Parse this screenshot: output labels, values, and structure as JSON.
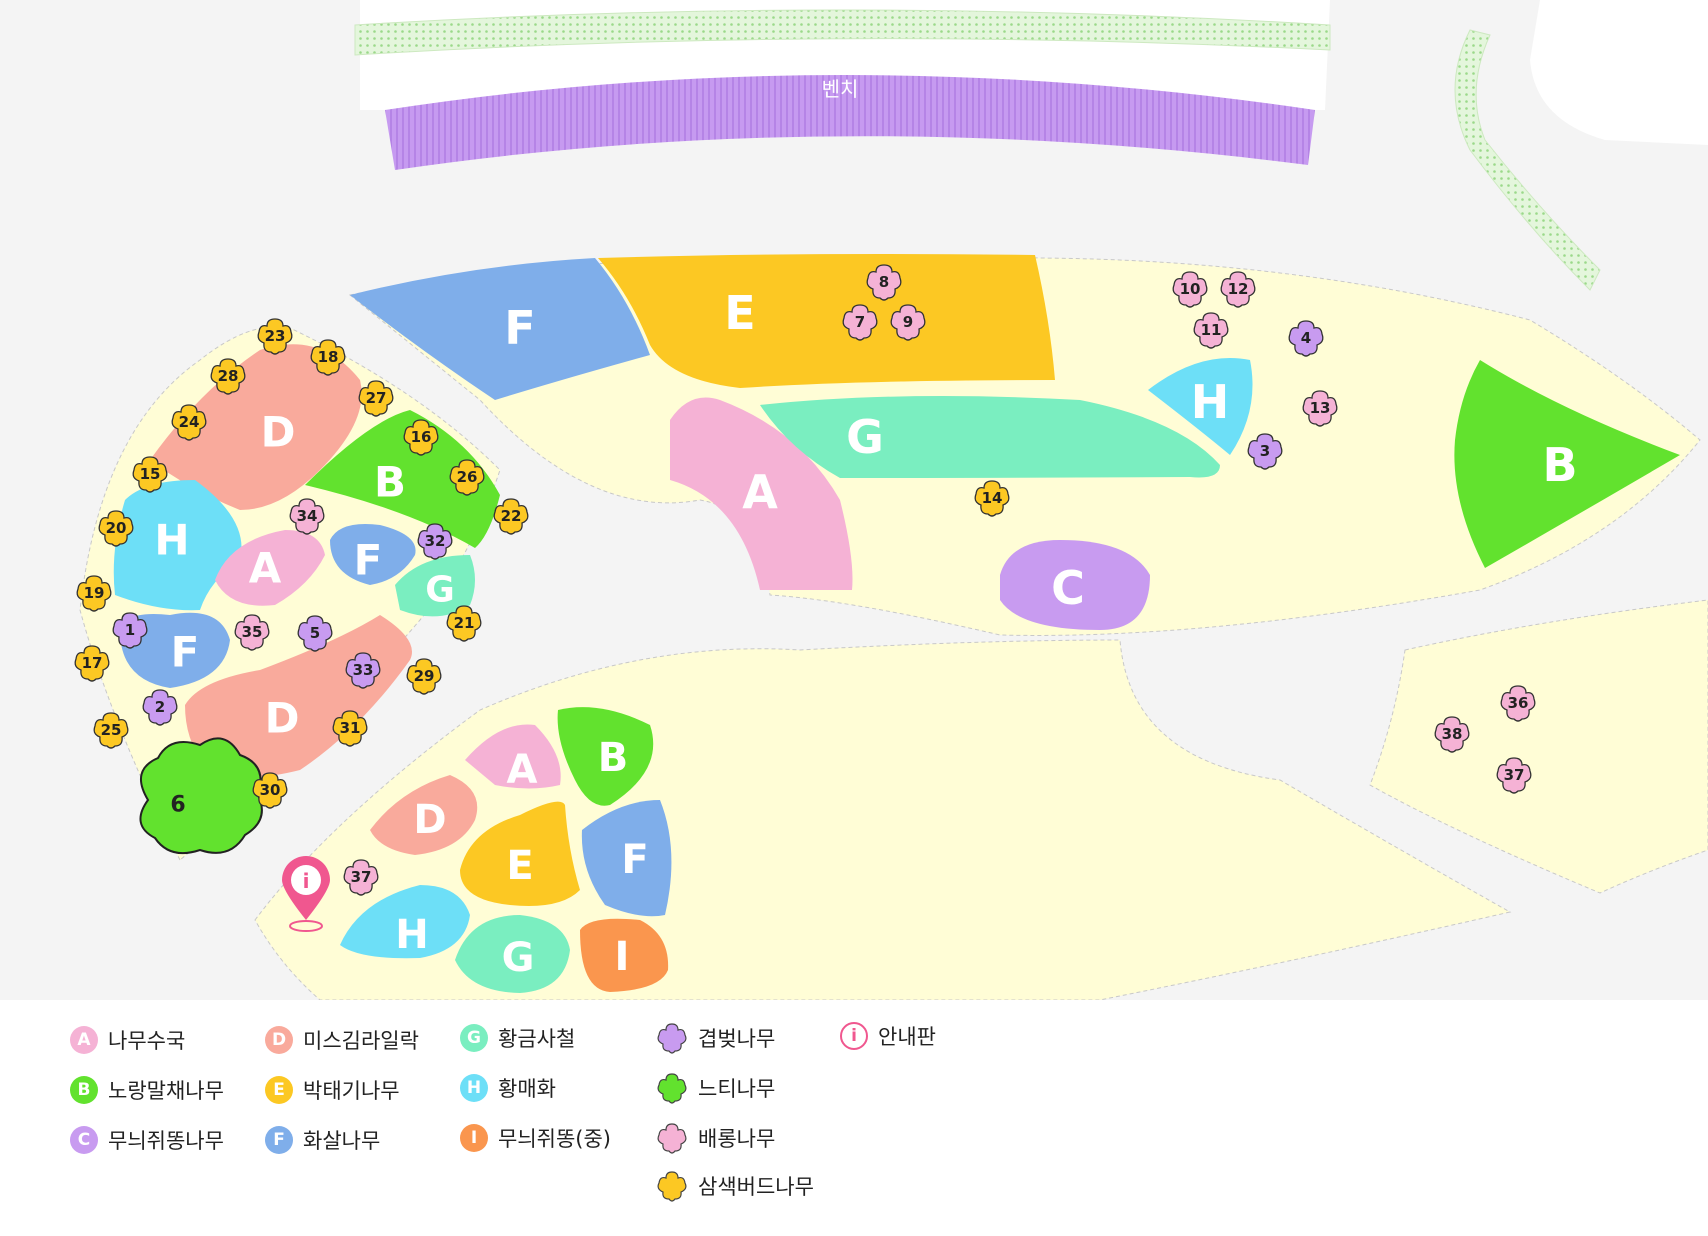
{
  "map": {
    "bench_label": "벤치",
    "zones": [
      {
        "id": "west-F",
        "label": "F",
        "color": "#7faeea"
      },
      {
        "id": "north-E",
        "label": "E",
        "color": "#fcc823"
      },
      {
        "id": "center-A",
        "label": "A",
        "color": "#f5b2d5"
      },
      {
        "id": "center-G",
        "label": "G",
        "color": "#7aeec0"
      },
      {
        "id": "center-H",
        "label": "H",
        "color": "#6ddff7"
      },
      {
        "id": "center-C",
        "label": "C",
        "color": "#c89bf0"
      },
      {
        "id": "east-B",
        "label": "B",
        "color": "#62e22e"
      },
      {
        "id": "left-D-top",
        "label": "D",
        "color": "#f9aa9c"
      },
      {
        "id": "left-B",
        "label": "B",
        "color": "#62e22e"
      },
      {
        "id": "left-H",
        "label": "H",
        "color": "#6ddff7"
      },
      {
        "id": "left-A",
        "label": "A",
        "color": "#f5b2d5"
      },
      {
        "id": "left-F-small",
        "label": "F",
        "color": "#7faeea"
      },
      {
        "id": "left-G",
        "label": "G",
        "color": "#7aeec0"
      },
      {
        "id": "left-F",
        "label": "F",
        "color": "#7faeea"
      },
      {
        "id": "left-D-bottom",
        "label": "D",
        "color": "#f9aa9c"
      },
      {
        "id": "bottom-A",
        "label": "A",
        "color": "#f5b2d5"
      },
      {
        "id": "bottom-B",
        "label": "B",
        "color": "#62e22e"
      },
      {
        "id": "bottom-D",
        "label": "D",
        "color": "#f9aa9c"
      },
      {
        "id": "bottom-E",
        "label": "E",
        "color": "#fcc823"
      },
      {
        "id": "bottom-F",
        "label": "F",
        "color": "#7faeea"
      },
      {
        "id": "bottom-H",
        "label": "H",
        "color": "#6ddff7"
      },
      {
        "id": "bottom-G",
        "label": "G",
        "color": "#7aeec0"
      },
      {
        "id": "bottom-I",
        "label": "I",
        "color": "#fa964e"
      }
    ],
    "trees": [
      {
        "num": "23",
        "kind": "yellow"
      },
      {
        "num": "18",
        "kind": "yellow"
      },
      {
        "num": "28",
        "kind": "yellow"
      },
      {
        "num": "27",
        "kind": "yellow"
      },
      {
        "num": "24",
        "kind": "yellow"
      },
      {
        "num": "16",
        "kind": "yellow"
      },
      {
        "num": "15",
        "kind": "yellow"
      },
      {
        "num": "26",
        "kind": "yellow"
      },
      {
        "num": "22",
        "kind": "yellow"
      },
      {
        "num": "20",
        "kind": "yellow"
      },
      {
        "num": "34",
        "kind": "pink"
      },
      {
        "num": "32",
        "kind": "purple"
      },
      {
        "num": "19",
        "kind": "yellow"
      },
      {
        "num": "21",
        "kind": "yellow"
      },
      {
        "num": "1",
        "kind": "purple"
      },
      {
        "num": "35",
        "kind": "pink"
      },
      {
        "num": "5",
        "kind": "purple"
      },
      {
        "num": "17",
        "kind": "yellow"
      },
      {
        "num": "33",
        "kind": "purple"
      },
      {
        "num": "29",
        "kind": "yellow"
      },
      {
        "num": "2",
        "kind": "purple"
      },
      {
        "num": "25",
        "kind": "yellow"
      },
      {
        "num": "31",
        "kind": "yellow"
      },
      {
        "num": "30",
        "kind": "yellow"
      },
      {
        "num": "37",
        "kind": "pink"
      },
      {
        "num": "8",
        "kind": "pink"
      },
      {
        "num": "7",
        "kind": "pink"
      },
      {
        "num": "9",
        "kind": "pink"
      },
      {
        "num": "10",
        "kind": "pink"
      },
      {
        "num": "12",
        "kind": "pink"
      },
      {
        "num": "11",
        "kind": "pink"
      },
      {
        "num": "4",
        "kind": "purple"
      },
      {
        "num": "13",
        "kind": "pink"
      },
      {
        "num": "3",
        "kind": "purple"
      },
      {
        "num": "14",
        "kind": "yellow"
      },
      {
        "num": "36",
        "kind": "pink"
      },
      {
        "num": "38",
        "kind": "pink"
      },
      {
        "num": "37",
        "kind": "pink"
      }
    ],
    "big_tree": {
      "num": "6",
      "kind": "green"
    },
    "info_sign": "i"
  },
  "legend": {
    "zones": [
      {
        "letter": "A",
        "label": "나무수국",
        "color": "#f5b2d5"
      },
      {
        "letter": "B",
        "label": "노랑말채나무",
        "color": "#62e22e"
      },
      {
        "letter": "C",
        "label": "무늬쥐똥나무",
        "color": "#c89bf0"
      },
      {
        "letter": "D",
        "label": "미스김라일락",
        "color": "#f9aa9c"
      },
      {
        "letter": "E",
        "label": "박태기나무",
        "color": "#fcc823"
      },
      {
        "letter": "F",
        "label": "화살나무",
        "color": "#7faeea"
      },
      {
        "letter": "G",
        "label": "황금사철",
        "color": "#7aeec0"
      },
      {
        "letter": "H",
        "label": "황매화",
        "color": "#6ddff7"
      },
      {
        "letter": "I",
        "label": "무늬쥐똥(중)",
        "color": "#fa964e"
      }
    ],
    "trees": [
      {
        "label": "겹벚나무",
        "color": "#c89bf0"
      },
      {
        "label": "느티나무",
        "color": "#62e22e"
      },
      {
        "label": "배롱나무",
        "color": "#f5b2d5"
      },
      {
        "label": "삼색버드나무",
        "color": "#fcc823"
      }
    ],
    "info": {
      "letter": "i",
      "label": "안내판",
      "color": "#f0578f"
    }
  }
}
